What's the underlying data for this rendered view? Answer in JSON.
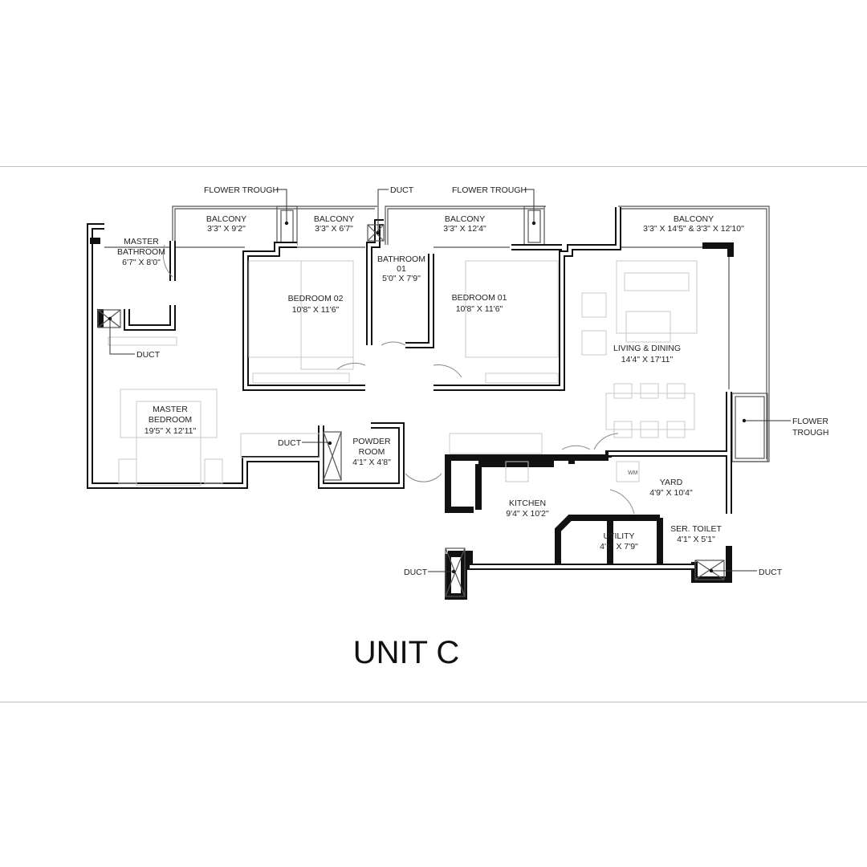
{
  "title": "UNIT C",
  "rooms": {
    "balcony1": {
      "name": "BALCONY",
      "size": "3'3\" X 9'2\""
    },
    "balcony2": {
      "name": "BALCONY",
      "size": "3'3\" X 6'7\""
    },
    "balcony3": {
      "name": "BALCONY",
      "size": "3'3\" X 12'4\""
    },
    "balcony4": {
      "name": "BALCONY",
      "size": "3'3\" X 14'5\" & 3'3\" X 12'10\""
    },
    "master_bathroom": {
      "name1": "MASTER",
      "name2": "BATHROOM",
      "size": "6'7\" X 8'0\""
    },
    "bedroom02": {
      "name": "BEDROOM 02",
      "size": "10'8\" X 11'6\""
    },
    "bathroom01": {
      "name1": "BATHROOM",
      "name2": "01",
      "size": "5'0\" X 7'9\""
    },
    "bedroom01": {
      "name": "BEDROOM 01",
      "size": "10'8\" X 11'6\""
    },
    "living": {
      "name": "LIVING & DINING",
      "size": "14'4\" X 17'11\""
    },
    "master_bedroom": {
      "name1": "MASTER",
      "name2": "BEDROOM",
      "size": "19'5\" X 12'11\""
    },
    "powder": {
      "name1": "POWDER",
      "name2": "ROOM",
      "size": "4'1\" X 4'8\""
    },
    "kitchen": {
      "name": "KITCHEN",
      "size": "9'4\" X 10'2\""
    },
    "yard": {
      "name": "YARD",
      "size": "4'9\" X 10'4\""
    },
    "utility": {
      "name": "UTILITY",
      "size": "4'1\" X 7'9\""
    },
    "ser_toilet": {
      "name": "SER. TOILET",
      "size": "4'1\" X 5'1\""
    }
  },
  "annotations": {
    "flower_trough_1": "FLOWER TROUGH",
    "flower_trough_2": "FLOWER TROUGH",
    "flower_trough_3a": "FLOWER",
    "flower_trough_3b": "TROUGH",
    "duct_top": "DUCT",
    "duct_master": "DUCT",
    "duct_powder": "DUCT",
    "duct_kitchen": "DUCT",
    "duct_toilet": "DUCT"
  },
  "appliances": {
    "washer": "WM"
  }
}
